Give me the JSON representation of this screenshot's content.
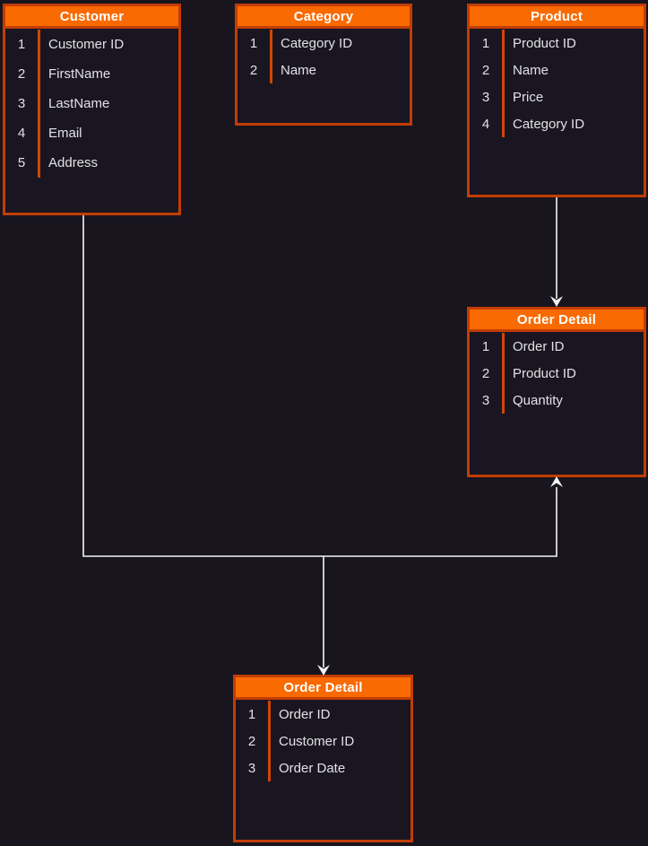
{
  "colors": {
    "background": "#18151F",
    "table_body": "#191621",
    "header_fill": "#F96A00",
    "table_border": "#C23D05",
    "divider": "#D14506",
    "header_text": "#FFFFFF",
    "row_text": "#E3E1E6",
    "connector": "#F5F5F5"
  },
  "tables": [
    {
      "title": "Customer",
      "rows": [
        {
          "num": "1",
          "name": "Customer ID"
        },
        {
          "num": "2",
          "name": "FirstName"
        },
        {
          "num": "3",
          "name": "LastName"
        },
        {
          "num": "4",
          "name": "Email"
        },
        {
          "num": "5",
          "name": "Address"
        }
      ]
    },
    {
      "title": "Category",
      "rows": [
        {
          "num": "1",
          "name": "Category ID"
        },
        {
          "num": "2",
          "name": "Name"
        }
      ]
    },
    {
      "title": "Product",
      "rows": [
        {
          "num": "1",
          "name": "Product ID"
        },
        {
          "num": "2",
          "name": "Name"
        },
        {
          "num": "3",
          "name": "Price"
        },
        {
          "num": "4",
          "name": "Category ID"
        }
      ]
    },
    {
      "title": "Order Detail",
      "rows": [
        {
          "num": "1",
          "name": "Order ID"
        },
        {
          "num": "2",
          "name": "Product ID"
        },
        {
          "num": "3",
          "name": "Quantity"
        }
      ]
    },
    {
      "title": "Order Detail",
      "rows": [
        {
          "num": "1",
          "name": "Order ID"
        },
        {
          "num": "2",
          "name": "Customer ID"
        },
        {
          "num": "3",
          "name": "Order Date"
        }
      ]
    }
  ],
  "relationships": [
    {
      "from": "Product",
      "to": "Order Detail (middle right)",
      "arrow": "into top of Order Detail"
    },
    {
      "from": "Customer",
      "to": "Order Detail (bottom)",
      "arrow": "into top of Order Detail"
    },
    {
      "from": "Customer",
      "to": "Order Detail (middle right)",
      "arrow": "into bottom of Order Detail"
    }
  ]
}
